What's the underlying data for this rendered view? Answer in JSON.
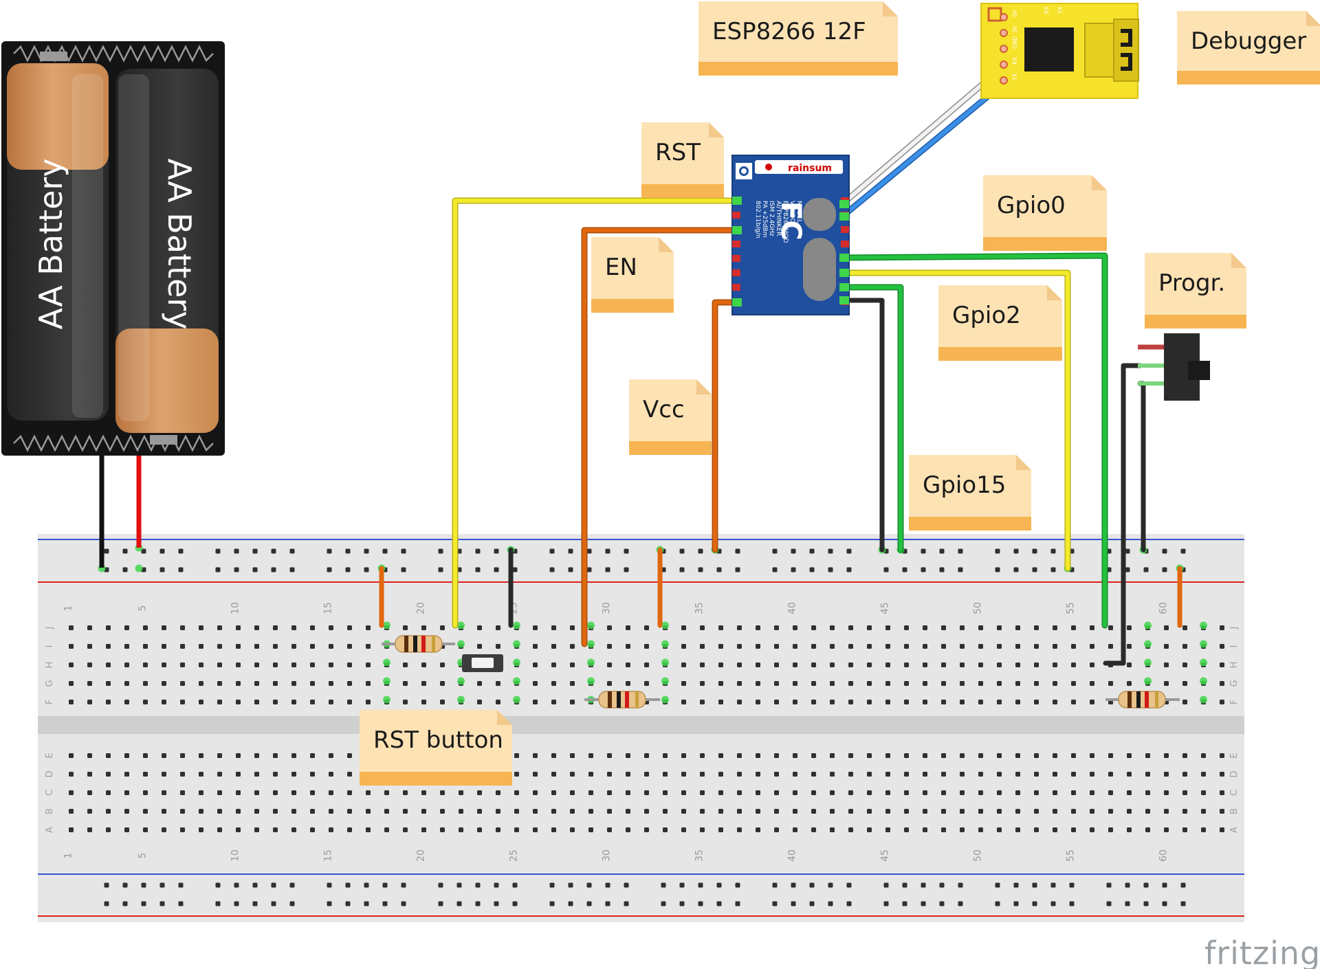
{
  "notes": {
    "esp": "ESP8266 12F",
    "debugger": "Debugger",
    "rst": "RST",
    "en": "EN",
    "vcc": "Vcc",
    "gpio0": "Gpio0",
    "gpio2": "Gpio2",
    "gpio15": "Gpio15",
    "progr": "Progr.",
    "rst_button": "RST button"
  },
  "battery": {
    "cell_left": "AA Battery",
    "cell_right": "AA Battery"
  },
  "esp_module": {
    "brand": "rainsum",
    "fc": "FC",
    "lines": [
      "MODEL",
      "VENDOR",
      "ESP8266MOD",
      "AI/THINKER",
      "ISM 2.4GHz",
      "PA +25dBm",
      "802.11b/g/n"
    ]
  },
  "debugger_board": {
    "pins_left": [
      "5V",
      "3V",
      "GND",
      "RX",
      "TX"
    ],
    "pins_right": [
      "RX",
      "TX"
    ]
  },
  "breadboard": {
    "column_numbers": [
      "1",
      "5",
      "10",
      "15",
      "20",
      "25",
      "30",
      "35",
      "40",
      "45",
      "50",
      "55",
      "60"
    ],
    "rows_top": [
      "J",
      "I",
      "H",
      "G",
      "F"
    ],
    "rows_bottom": [
      "E",
      "D",
      "C",
      "B",
      "A"
    ]
  },
  "watermark": "fritzing",
  "colors": {
    "wire_yellow": "#f2ea2b",
    "wire_orange": "#e0670f",
    "wire_green": "#24b540",
    "wire_black": "#2a2a2a",
    "wire_red": "#e01010",
    "wire_blue": "#3a7fd6",
    "note_fill": "#fde2b4",
    "note_band": "#f6b552",
    "esp_blue": "#1f4f9e",
    "debugger_yellow": "#f6e22a"
  }
}
